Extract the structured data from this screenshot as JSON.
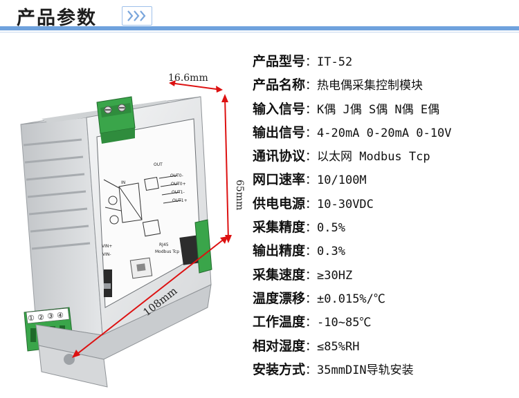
{
  "header": {
    "title": "产品参数"
  },
  "dimensions": {
    "width": "16.6mm",
    "height": "65mm",
    "length": "108mm"
  },
  "device": {
    "front_labels": [
      "IN",
      "OUT",
      "OUT0-",
      "OUT0+",
      "OUT1-",
      "OUT1+",
      "VIN+",
      "VIN-",
      "RJ45",
      "Modbus Tcp"
    ],
    "terminal_numbers": [
      "①",
      "②",
      "③",
      "④"
    ]
  },
  "specs": [
    {
      "label": "产品型号",
      "value": "IT-52"
    },
    {
      "label": "产品名称",
      "value": "热电偶采集控制模块"
    },
    {
      "label": "输入信号",
      "value": "K偶 J偶 S偶 N偶 E偶"
    },
    {
      "label": "输出信号",
      "value": "4-20mA 0-20mA 0-10V"
    },
    {
      "label": "通讯协议",
      "value": "以太网 Modbus Tcp"
    },
    {
      "label": "网口速率",
      "value": "10/100M"
    },
    {
      "label": "供电电源",
      "value": "10-30VDC"
    },
    {
      "label": "采集精度",
      "value": "0.5%"
    },
    {
      "label": "输出精度",
      "value": "0.3%"
    },
    {
      "label": "采集速度",
      "value": "≥30HZ"
    },
    {
      "label": "温度漂移",
      "value": "±0.015%/℃"
    },
    {
      "label": "工作温度",
      "value": "-10~85℃"
    },
    {
      "label": "相对湿度",
      "value": "≤85%RH"
    },
    {
      "label": "安装方式",
      "value": "35mmDIN导轨安装"
    }
  ],
  "colors": {
    "accent": "#6fa2dd",
    "terminal_green": "#3aa54a",
    "housing": "#d4d6d8"
  }
}
